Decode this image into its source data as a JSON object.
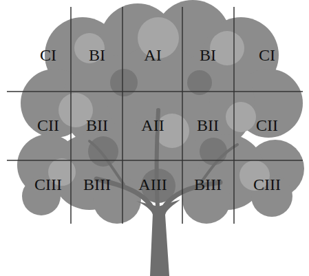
{
  "diagram": {
    "labels": [
      "CI",
      "BI",
      "AI",
      "BI",
      "CI",
      "CII",
      "BII",
      "AII",
      "BII",
      "CII",
      "CIII",
      "BIII",
      "AIII",
      "BIII",
      "CIII"
    ]
  }
}
